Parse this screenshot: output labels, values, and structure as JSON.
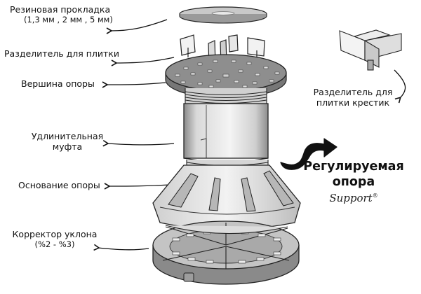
{
  "labels": {
    "gasket": {
      "line1": "Резиновая прокладка",
      "line2": "(1,3 мм , 2 мм , 5 мм)"
    },
    "spacer": "Разделитель  для плитки",
    "top": "Вершина опоры",
    "sleeve": {
      "line1": "Удлинительная",
      "line2": "муфта"
    },
    "base": "Основание опоры",
    "slope": {
      "line1": "Корректор уклона",
      "line2": "(%2 - %3)"
    },
    "cross": {
      "line1": "Разделитель  для",
      "line2": "плитки  крестик"
    }
  },
  "title": {
    "line1": "Регулируемая",
    "line2": "опора",
    "line3": "Support",
    "mark": "®"
  },
  "colors": {
    "ink": "#111111",
    "gray_light": "#e2e2e2",
    "gray_mid": "#b9b9b9",
    "gray_dark": "#7d7d7d",
    "paper": "#ffffff"
  }
}
